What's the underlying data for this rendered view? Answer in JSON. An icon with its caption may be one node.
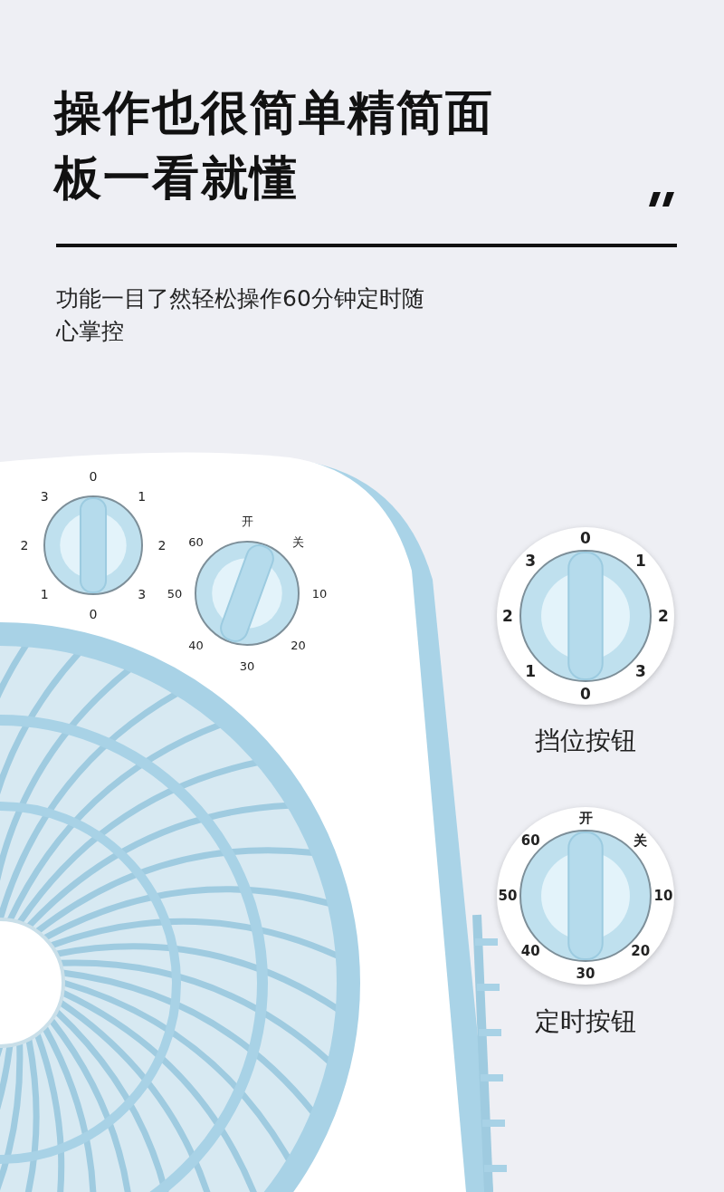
{
  "diagram": {
    "title": "操作也很简单精简面板一看就懂",
    "labels": [
      "功能一目了然轻松操作60分钟定时随心掌控",
      "0",
      "1",
      "2",
      "3",
      "0",
      "1",
      "2",
      "3",
      "开",
      "关",
      "10",
      "20",
      "30",
      "40",
      "50",
      "60",
      "0",
      "1",
      "2",
      "3",
      "0",
      "1",
      "2",
      "3",
      "挡位按钮",
      "开",
      "关",
      "10",
      "20",
      "30",
      "40",
      "50",
      "60",
      "定时按钮"
    ]
  }
}
